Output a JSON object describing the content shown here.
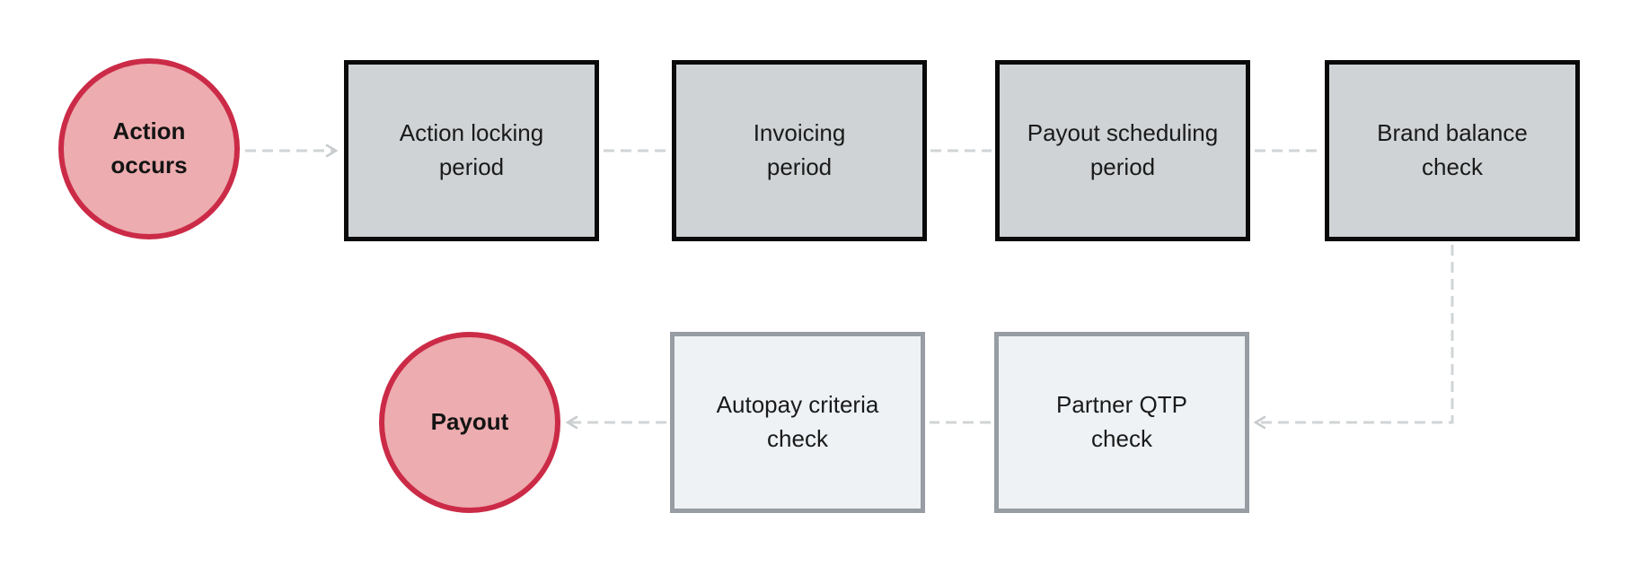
{
  "diagram": {
    "type": "flowchart",
    "colors": {
      "background": "#ffffff",
      "start_end_fill": "#edacaf",
      "start_end_border": "#cb2b47",
      "stage_fill": "#d0d3d5",
      "stage_border": "#0a0a0a",
      "check_fill": "#eff2f5",
      "check_border": "#979da3",
      "connector": "#d1d4d6",
      "text": "#1a1a1a"
    },
    "nodes": [
      {
        "id": "action-occurs",
        "shape": "circle",
        "label": "Action\noccurs"
      },
      {
        "id": "action-locking-period",
        "shape": "box-dark",
        "label": "Action locking\nperiod"
      },
      {
        "id": "invoicing-period",
        "shape": "box-dark",
        "label": "Invoicing\nperiod"
      },
      {
        "id": "payout-scheduling-period",
        "shape": "box-dark",
        "label": "Payout scheduling\nperiod"
      },
      {
        "id": "brand-balance-check",
        "shape": "box-dark",
        "label": "Brand balance\ncheck"
      },
      {
        "id": "autopay-criteria-check",
        "shape": "box-light",
        "label": "Autopay criteria\ncheck"
      },
      {
        "id": "partner-qtp-check",
        "shape": "box-light",
        "label": "Partner QTP\ncheck"
      },
      {
        "id": "payout",
        "shape": "circle",
        "label": "Payout"
      }
    ],
    "flow": [
      {
        "from": "action-occurs",
        "to": "action-locking-period",
        "style": "dashed",
        "arrowhead": true
      },
      {
        "from": "action-locking-period",
        "to": "invoicing-period",
        "style": "dashed",
        "arrowhead": false
      },
      {
        "from": "invoicing-period",
        "to": "payout-scheduling-period",
        "style": "dashed",
        "arrowhead": false
      },
      {
        "from": "payout-scheduling-period",
        "to": "brand-balance-check",
        "style": "dashed",
        "arrowhead": false
      },
      {
        "from": "brand-balance-check",
        "to": "partner-qtp-check",
        "style": "dashed-elbow",
        "arrowhead": true
      },
      {
        "from": "partner-qtp-check",
        "to": "autopay-criteria-check",
        "style": "dashed",
        "arrowhead": false
      },
      {
        "from": "autopay-criteria-check",
        "to": "payout",
        "style": "dashed",
        "arrowhead": true
      }
    ]
  }
}
